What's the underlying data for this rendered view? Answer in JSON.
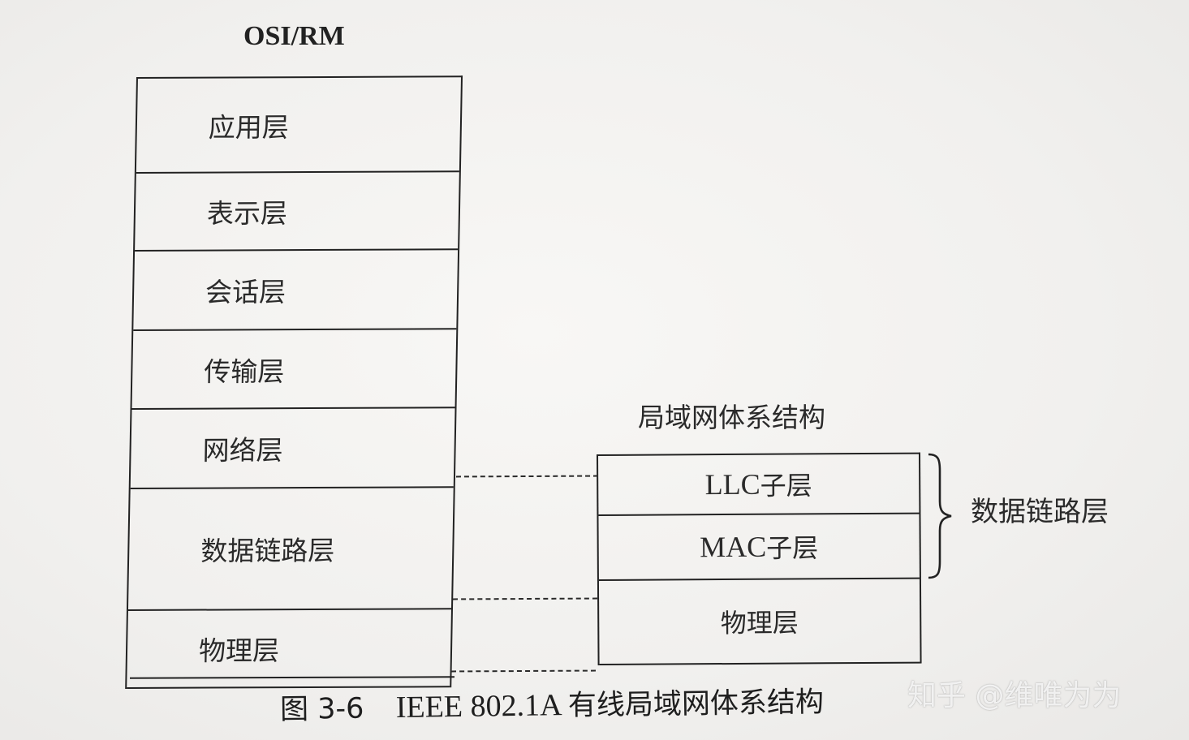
{
  "osi": {
    "title": "OSI/RM",
    "layers": [
      {
        "label": "应用层"
      },
      {
        "label": "表示层"
      },
      {
        "label": "会话层"
      },
      {
        "label": "传输层"
      },
      {
        "label": "网络层"
      },
      {
        "label": "数据链路层"
      },
      {
        "label": "物理层"
      }
    ]
  },
  "lan": {
    "title": "局域网体系结构",
    "sublayers": [
      {
        "latin": "LLC",
        "cjk": "子层"
      },
      {
        "latin": "MAC",
        "cjk": "子层"
      },
      {
        "latin": "",
        "cjk": "物理层"
      }
    ],
    "brace_label": "数据链路层"
  },
  "caption": {
    "figure_number": "图 3-6",
    "standard": "IEEE 802.1A",
    "text": "有线局域网体系结构"
  },
  "watermark": {
    "text": "知乎 @维唯为为"
  },
  "colors": {
    "ink": "#222222",
    "paper": "#f3f2f0"
  }
}
